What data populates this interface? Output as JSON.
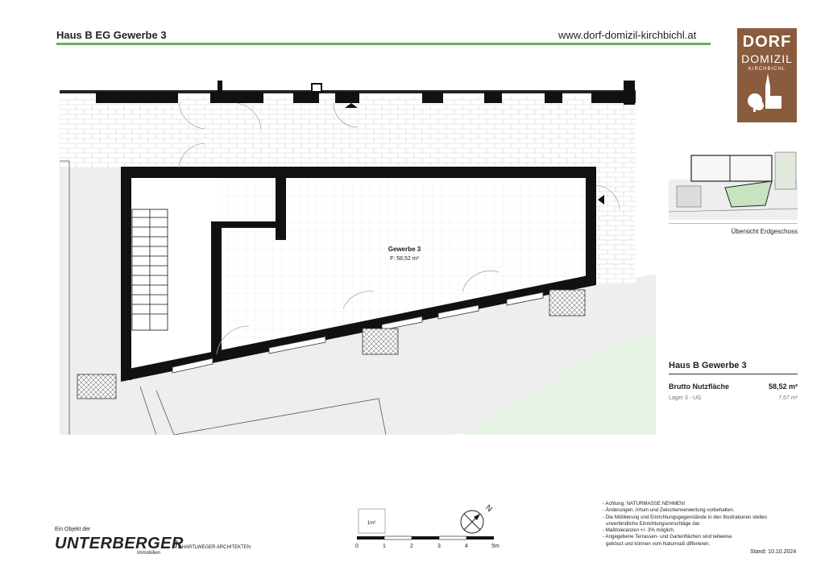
{
  "header": {
    "title": "Haus B EG Gewerbe 3",
    "website": "www.dorf-domizil-kirchbichl.at"
  },
  "logo": {
    "line1": "DORF",
    "line2": "DOMIZIL",
    "line3": "KIRCHBICHL"
  },
  "plan": {
    "room_name": "Gewerbe 3",
    "room_area": "F: 58,52 m²"
  },
  "overview": {
    "caption": "Übersicht Erdgeschoss"
  },
  "info": {
    "title": "Haus B Gewerbe 3",
    "rows": [
      {
        "label": "Brutto Nutzfläche",
        "value": "58,52 m²"
      },
      {
        "label": "Lager 3 - UG",
        "value": "7,67 m²"
      }
    ]
  },
  "scale": {
    "box_label": "1m²",
    "ticks": [
      "0",
      "1",
      "2",
      "3",
      "4",
      "5m"
    ]
  },
  "compass": {
    "label": "N"
  },
  "notes": [
    "- Achtung: NATURMASSE NEHMEN!",
    "- Änderungen, Irrtum und Zwischenverwertung vorbehalten.",
    "- Die Möblierung und Einrichtungsgegenstände in den Illustrationen stellen",
    "  unverbindliche Einrichtungsvorschläge dar.",
    "- Maßtoleranzen +/- 3% möglich.",
    "- Angegebene Terrassen- und Gartenflächen sind teilweise",
    "  gebösct und können vom Naturmaß differieren."
  ],
  "stand": "Stand: 10.10.2024",
  "footer": {
    "objekt_label": "Ein Objekt der",
    "brand": "UNTERBERGER",
    "brand_sub": "Immobilien",
    "architect": "HARTLWEGER ARCHITEKTEN"
  },
  "colors": {
    "accent_green": "#6cae5a",
    "logo_brown": "#8a5b3c",
    "garden_green": "#e6f2e4"
  }
}
